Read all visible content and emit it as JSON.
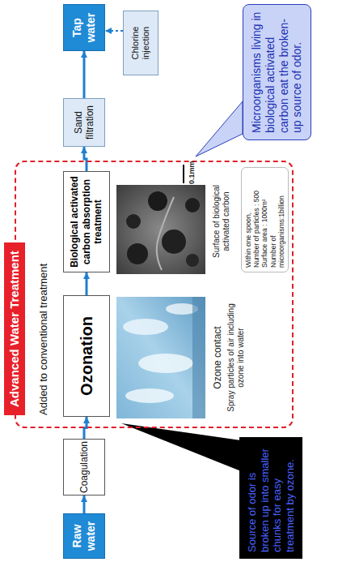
{
  "diagram": {
    "nodes": [
      {
        "text": [
          "Raw water"
        ]
      },
      {
        "text": [
          "Coagulation"
        ]
      },
      {
        "text": [
          "Added to conventional treatment"
        ]
      },
      {
        "text": [
          "Advanced Water Treatment"
        ],
        "in": 2
      },
      {
        "text": [
          "Ozonation"
        ],
        "in": 2
      },
      {
        "text": [
          "Biological activated carbon absorption treatment"
        ],
        "in": 2
      },
      {
        "text": [
          "Within one spoon,",
          "Number of particles : 500",
          "Surface area : 1000m²",
          "Number of microorganisms:1billion"
        ],
        "in": 2
      },
      {
        "text": [
          "Sand filtration"
        ]
      },
      {
        "text": [
          "Chlorine injection"
        ]
      },
      {
        "text": [
          "Tap water"
        ]
      },
      {
        "text": [
          "Source of odor is broken up into smaller chunks for easy treatment by ozone."
        ]
      },
      {
        "text": [
          "Microorganisms living in biological activated carbon eat the broken-up source of odor."
        ]
      }
    ],
    "edges": [
      {
        "from": 0,
        "to": 1,
        "arrow": "to"
      },
      {
        "from": 1,
        "to": 4,
        "arrow": "to"
      },
      {
        "from": 4,
        "to": 5,
        "arrow": "to"
      },
      {
        "from": 5,
        "to": 7,
        "arrow": "to"
      },
      {
        "from": 7,
        "to": 9,
        "arrow": "to"
      },
      {
        "from": 8,
        "to": 9,
        "arrow": "to"
      }
    ],
    "labels": [
      "Ozone contact",
      "Spray particles of air including ozone into water",
      "0.1mm",
      "Surface of biological activated carbon"
    ]
  }
}
